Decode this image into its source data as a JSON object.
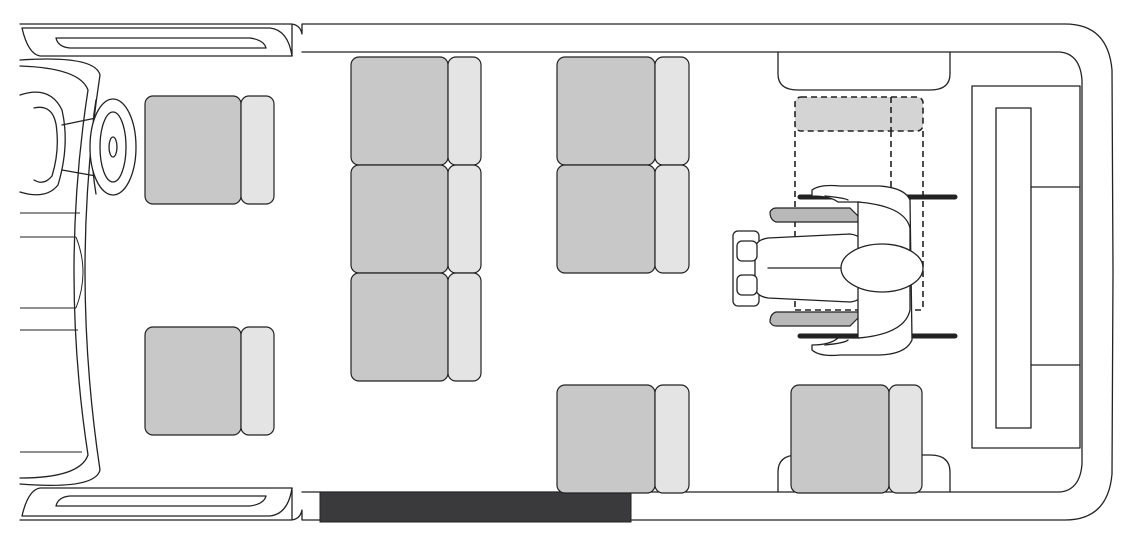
{
  "diagram": {
    "view": "top-down",
    "vehicle": "van",
    "colors": {
      "outline": "#222222",
      "background": "#ffffff",
      "seat_cushion": "#c8c8c8",
      "seat_back": "#e4e4e4",
      "ramp": "#3a3a3d",
      "fold_away_seat": "#d4d4d4",
      "restraint_strap": "#222222"
    },
    "seating": {
      "front_seats": 2,
      "bench_left_seats": 3,
      "bench_middle_seats": 2,
      "rear_single_seats": 2,
      "wheelchair_positions": 1
    },
    "ramp_position": "side-door",
    "fold_away_seat_style": "dashed",
    "occupant_in_wheelchair": true
  }
}
